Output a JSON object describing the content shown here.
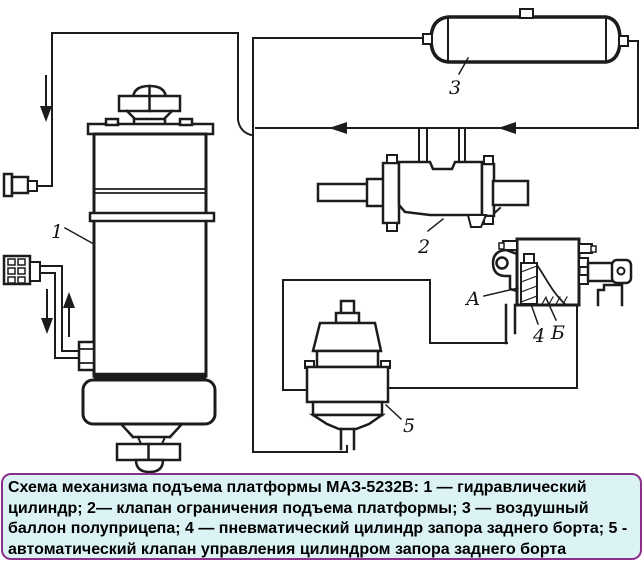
{
  "page": {
    "background_color": "#ffffff",
    "line_color": "#1c1c1c"
  },
  "diagram": {
    "component_labels": {
      "hydraulic_cylinder": "1",
      "lift_limit_valve": "2",
      "air_tank": "3",
      "pneumatic_cylinder": "4",
      "auto_control_valve": "5",
      "chamber_a": "А",
      "chamber_b": "Б"
    }
  },
  "caption": {
    "text": "Схема механизма подъема платформы МАЗ-5232В: 1 — гидравлический цилиндр; 2— клапан ограничения подъема платформы; 3 — воздушный баллон полуприцепа; 4 — пневматический цилиндр запора заднего борта; 5 - автоматический клапан управления цилиндром запора заднего борта",
    "background_color": "#dcf3f5",
    "border_color": "#8b2f8b"
  }
}
